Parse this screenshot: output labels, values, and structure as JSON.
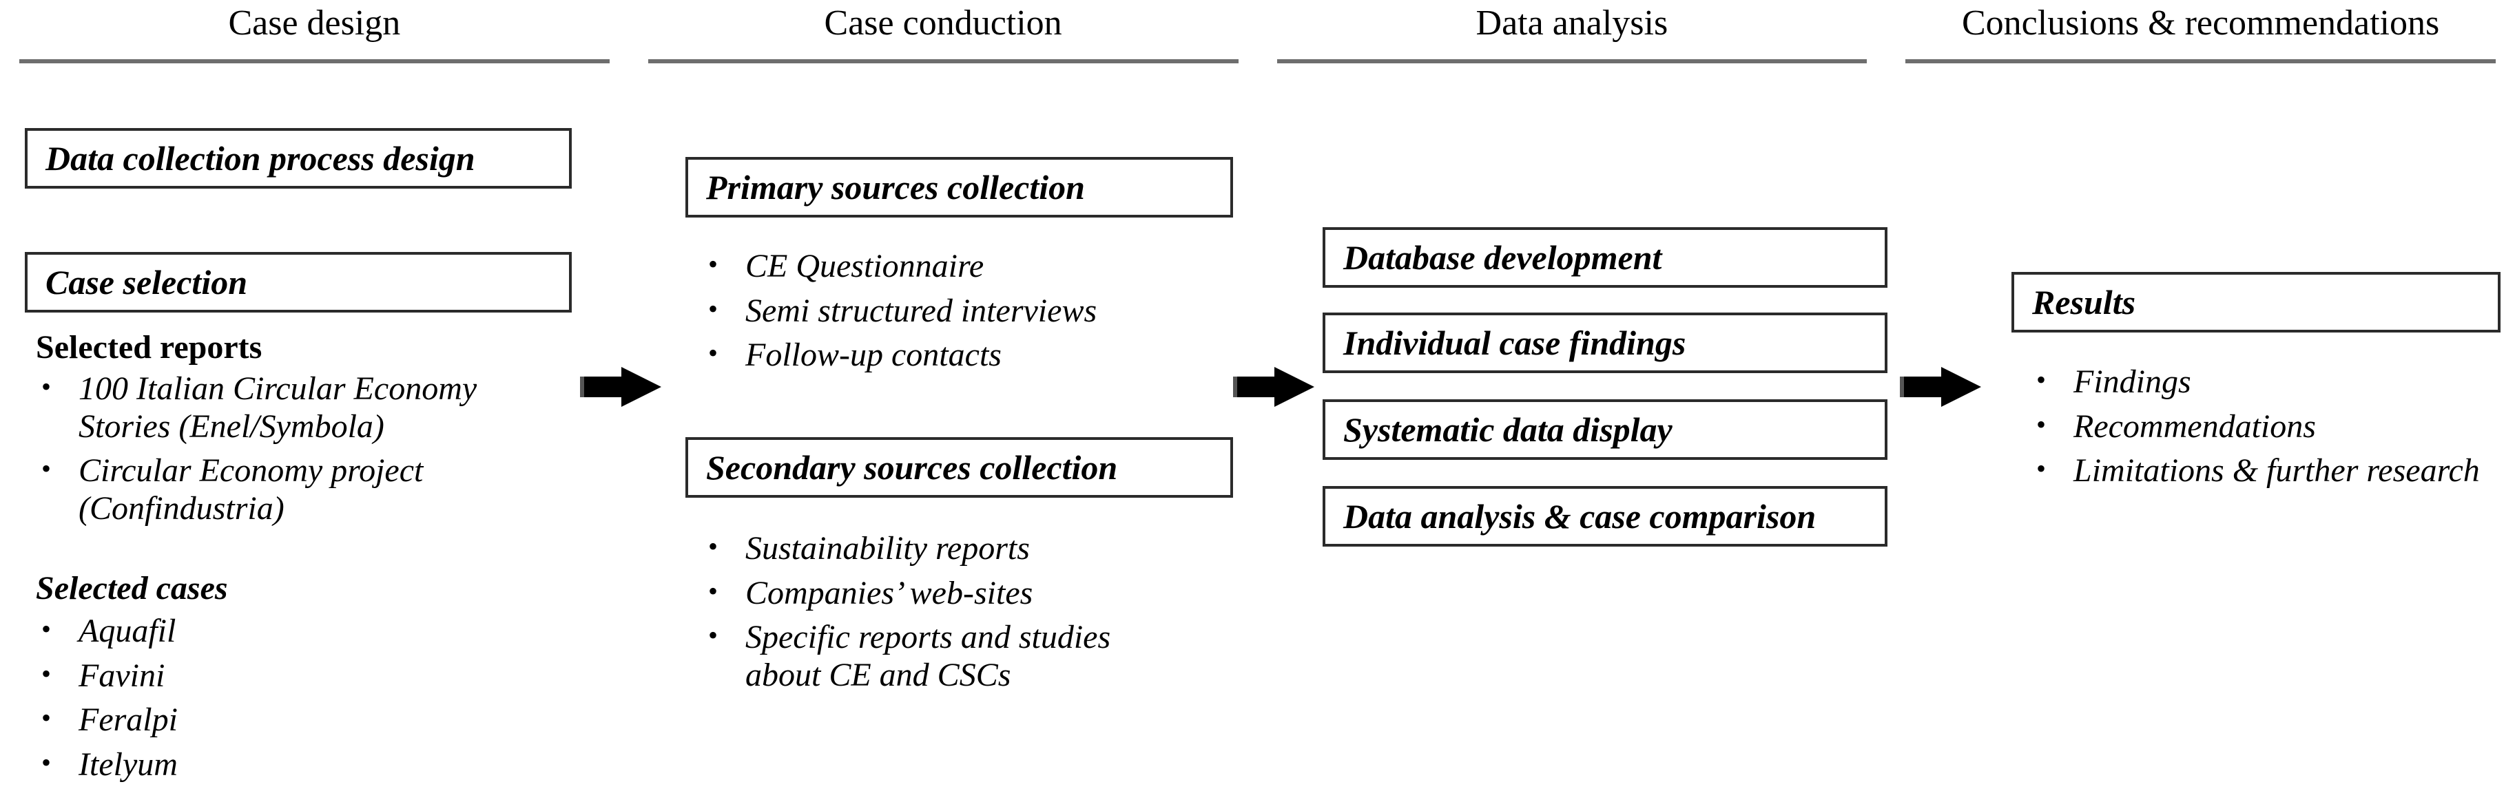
{
  "columns": [
    {
      "title": "Case design"
    },
    {
      "title": "Case conduction"
    },
    {
      "title": "Data analysis"
    },
    {
      "title": "Conclusions & recommendations"
    }
  ],
  "case_design": {
    "box_process_design": "Data collection process design",
    "box_case_selection": "Case selection",
    "selected_reports_heading": "Selected reports",
    "selected_reports": [
      {
        "line1": "100 Italian Circular Economy",
        "line2": "Stories (Enel/Symbola)"
      },
      {
        "line1": "Circular Economy project",
        "line2": "(Confindustria)"
      }
    ],
    "selected_cases_heading": "Selected cases",
    "selected_cases": [
      "Aquafil",
      "Favini",
      "Feralpi",
      "Itelyum"
    ]
  },
  "case_conduction": {
    "box_primary": "Primary sources collection",
    "primary_items": [
      "CE Questionnaire",
      "Semi structured interviews",
      "Follow-up contacts"
    ],
    "box_secondary": "Secondary sources collection",
    "secondary_items": [
      {
        "line1": "Sustainability reports",
        "line2": ""
      },
      {
        "line1": "Companies’ web-sites",
        "line2": ""
      },
      {
        "line1": "Specific reports and studies",
        "line2": "about CE and CSCs"
      }
    ]
  },
  "data_analysis": {
    "boxes": [
      "Database development",
      "Individual case findings",
      "Systematic data display",
      "Data analysis & case comparison"
    ]
  },
  "conclusions": {
    "box_results": "Results",
    "items": [
      "Findings",
      "Recommendations",
      "Limitations & further research"
    ]
  },
  "arrows": [
    {
      "name": "arrow-design-to-conduction"
    },
    {
      "name": "arrow-conduction-to-analysis"
    },
    {
      "name": "arrow-analysis-to-conclusions"
    }
  ],
  "colors": {
    "rule": "#6e6e6e",
    "box_border": "#2b2b2b",
    "text": "#000000",
    "arrow": "#000000",
    "background": "#ffffff"
  }
}
